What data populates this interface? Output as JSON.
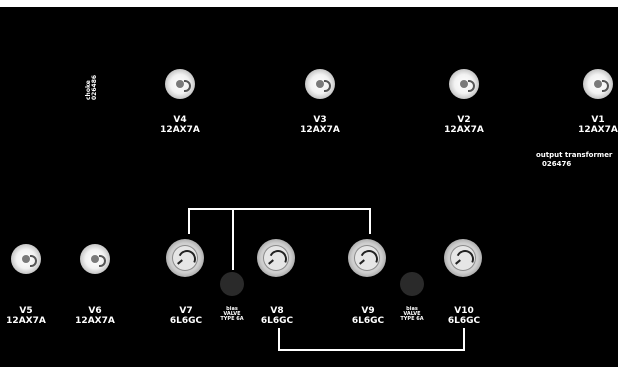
{
  "tubes": [
    {
      "id": "V4",
      "type": "12AX7A"
    },
    {
      "id": "V3",
      "type": "12AX7A"
    },
    {
      "id": "V2",
      "type": "12AX7A"
    },
    {
      "id": "V1",
      "type": "12AX7A"
    },
    {
      "id": "V5",
      "type": "12AX7A"
    },
    {
      "id": "V6",
      "type": "12AX7A"
    },
    {
      "id": "V7",
      "type": "6L6GC"
    },
    {
      "id": "V8",
      "type": "6L6GC"
    },
    {
      "id": "V9",
      "type": "6L6GC"
    },
    {
      "id": "V10",
      "type": "6L6GC"
    }
  ],
  "choke": {
    "line1": "choke",
    "line2": "026486"
  },
  "output_transformer": {
    "line1": "output transformer",
    "line2": "026476"
  },
  "bias_caps": [
    {
      "line1": "bias",
      "line2": "VALVE",
      "line3": "TYPE 6A"
    },
    {
      "line1": "bias",
      "line2": "VALVE",
      "line3": "TYPE 6A"
    }
  ]
}
